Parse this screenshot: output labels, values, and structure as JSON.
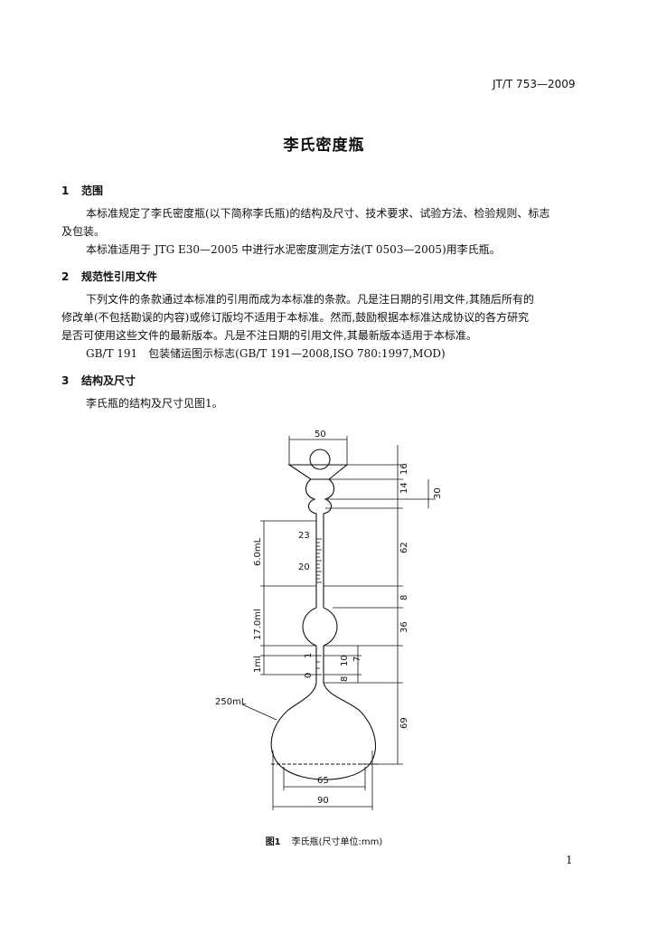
{
  "header": {
    "standard_no": "JT/T 753—2009"
  },
  "doc_title": "李氏密度瓶",
  "sections": [
    {
      "num": "1",
      "title": "范围",
      "paras": [
        "本标准规定了李氏密度瓶(以下简称李氏瓶)的结构及尺寸、技术要求、试验方法、检验规则、标志",
        "及包装。",
        "本标准适用于 JTG E30—2005 中进行水泥密度测定方法(T 0503—2005)用李氏瓶。"
      ]
    },
    {
      "num": "2",
      "title": "规范性引用文件",
      "paras": [
        "下列文件的条款通过本标准的引用而成为本标准的条款。凡是注日期的引用文件,其随后所有的",
        "修改单(不包括勘误的内容)或修订版均不适用于本标准。然而,鼓励根据本标准达成协议的各方研究",
        "是否可使用这些文件的最新版本。凡是不注日期的引用文件,其最新版本适用于本标准。",
        "GB/T 191　包装储运图示标志(GB/T 191—2008,ISO 780:1997,MOD)"
      ]
    },
    {
      "num": "3",
      "title": "结构及尺寸",
      "paras": [
        "李氏瓶的结构及尺寸见图1。"
      ]
    }
  ],
  "figure": {
    "caption_num": "图1",
    "caption_text": "李氏瓶(尺寸单位:mm)",
    "labels": {
      "top_width": "50",
      "dim_16": "16",
      "dim_14": "14",
      "dim_30": "30",
      "dim_62": "62",
      "dim_8a": "8",
      "dim_36": "36",
      "dim_10": "10",
      "dim_7": "7",
      "dim_8b": "8",
      "dim_69": "69",
      "width_65": "65",
      "width_90": "90",
      "vol_6": "6.0mL",
      "vol_17": "17.0ml",
      "vol_1": "1ml",
      "vol_250": "250mL",
      "scale_23": "23",
      "scale_20": "20",
      "scale_1": "1",
      "scale_0": "0"
    }
  },
  "page_number": "1"
}
